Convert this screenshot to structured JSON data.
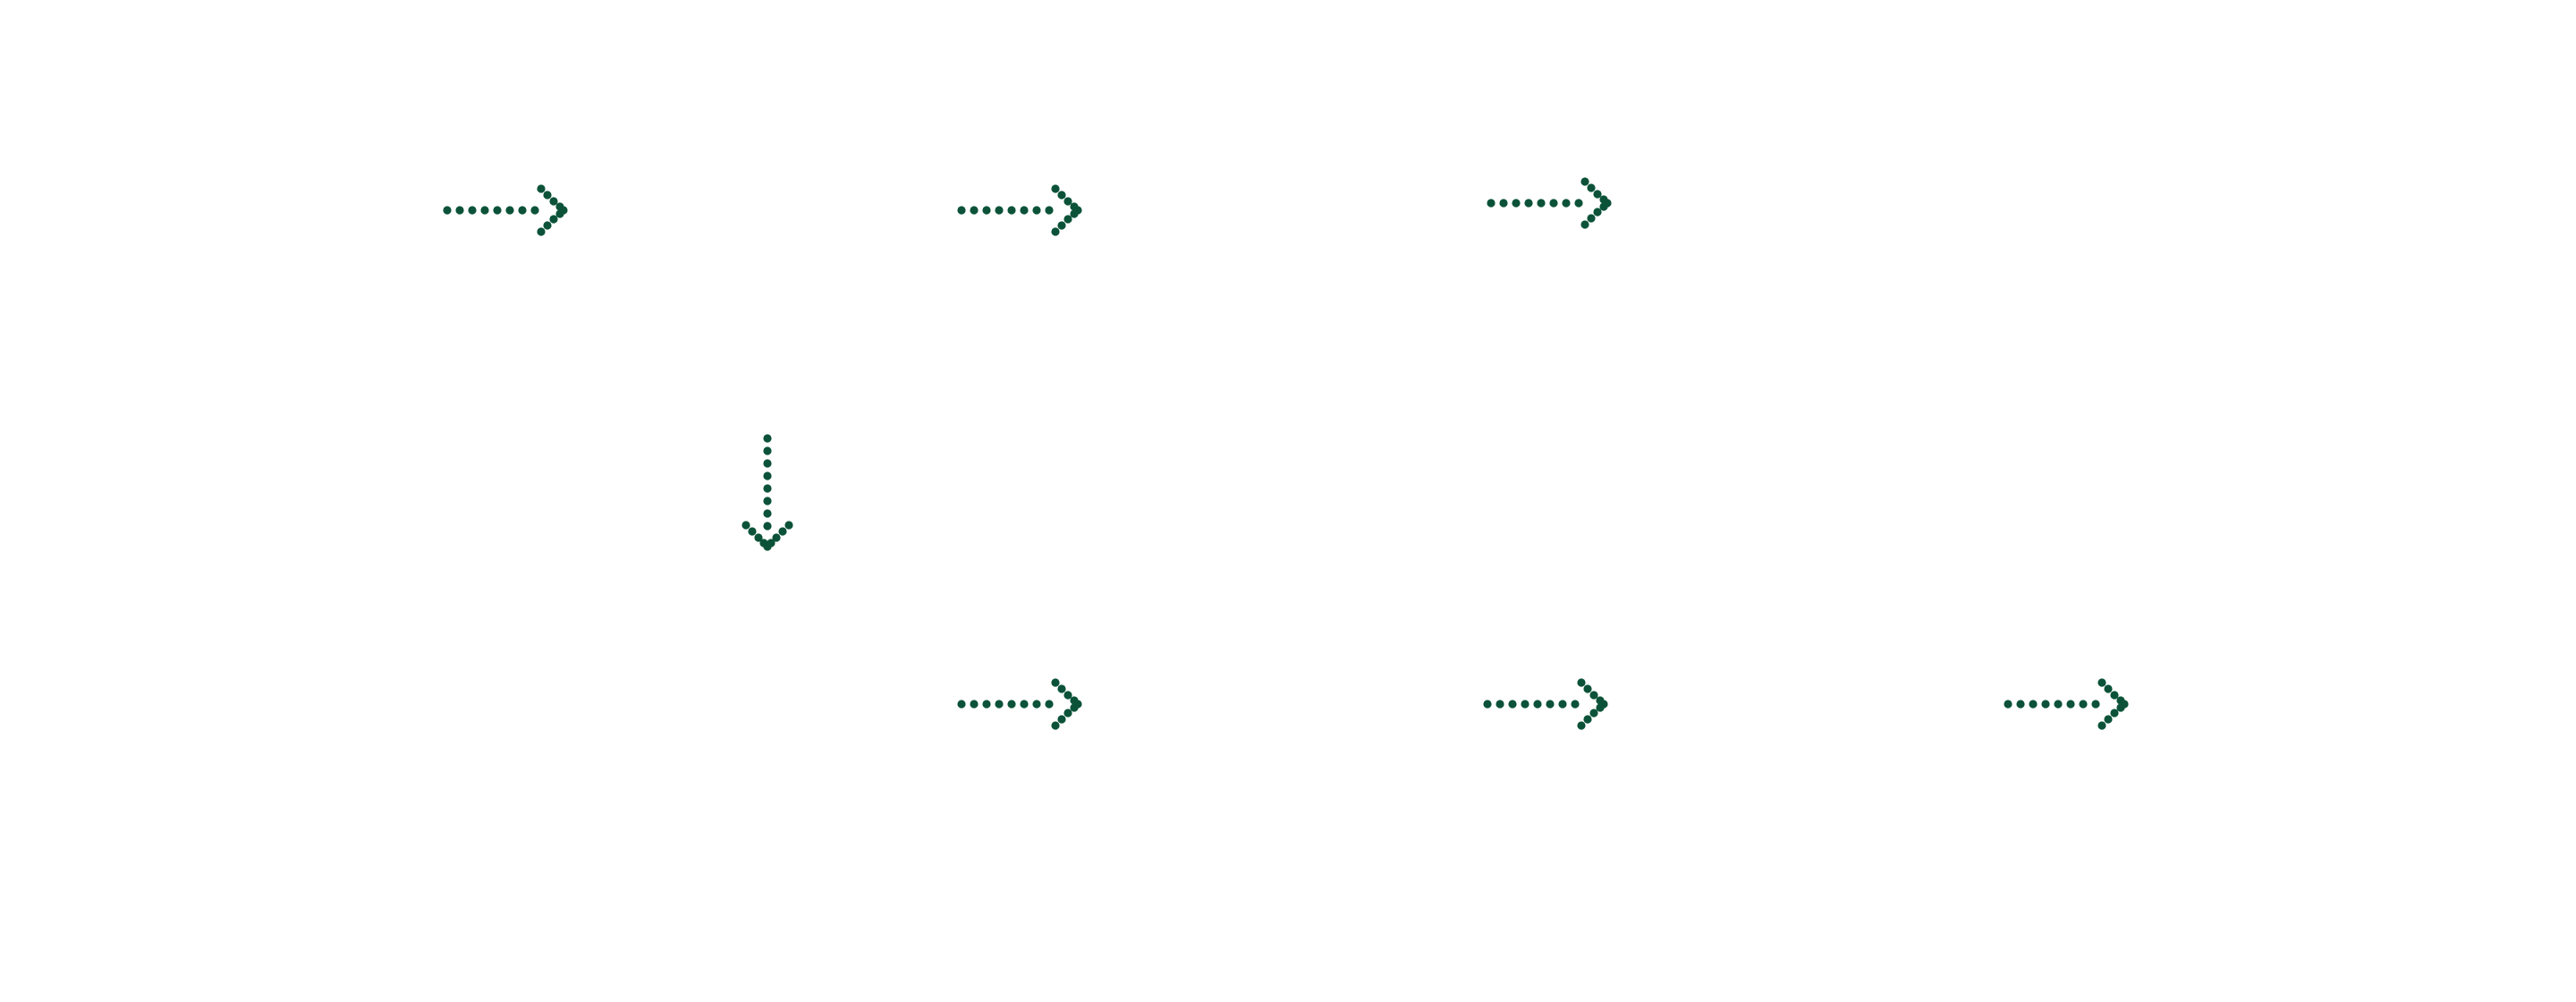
{
  "diagram": {
    "arrow_color": "#0b5239",
    "arrows": [
      {
        "direction": "right",
        "style": "dotted",
        "icon": "arrow-right-icon"
      },
      {
        "direction": "right",
        "style": "dotted",
        "icon": "arrow-right-icon"
      },
      {
        "direction": "right",
        "style": "dotted",
        "icon": "arrow-right-icon"
      },
      {
        "direction": "down",
        "style": "dotted",
        "icon": "arrow-down-icon"
      },
      {
        "direction": "right",
        "style": "dotted",
        "icon": "arrow-right-icon"
      },
      {
        "direction": "right",
        "style": "dotted",
        "icon": "arrow-right-icon"
      },
      {
        "direction": "right",
        "style": "dotted",
        "icon": "arrow-right-icon"
      }
    ]
  }
}
